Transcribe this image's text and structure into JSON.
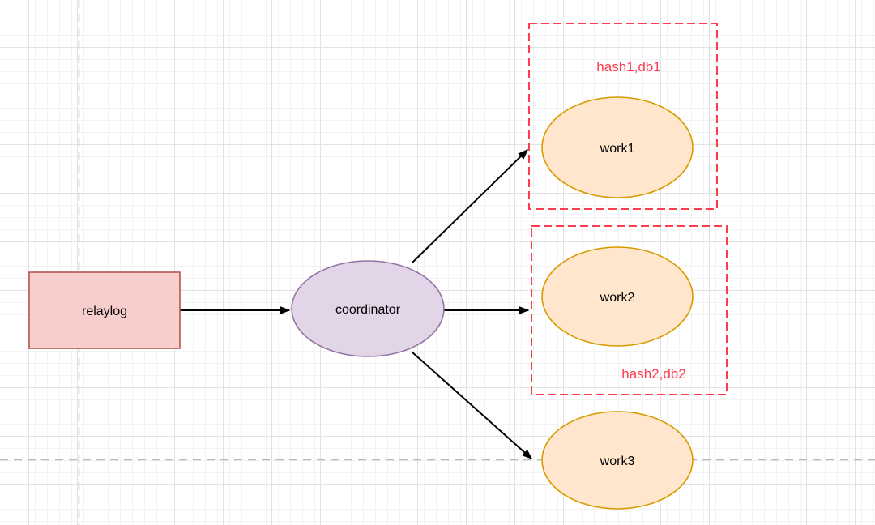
{
  "diagram": {
    "nodes": {
      "relaylog": {
        "label": "relaylog"
      },
      "coordinator": {
        "label": "coordinator"
      },
      "work1": {
        "label": "work1"
      },
      "work2": {
        "label": "work2"
      },
      "work3": {
        "label": "work3"
      }
    },
    "groups": {
      "group1": {
        "label": "hash1,db1"
      },
      "group2": {
        "label": "hash2,db2"
      }
    },
    "edges": {
      "relaylog_to_coordinator": {
        "from": "relaylog",
        "to": "coordinator"
      },
      "coordinator_to_work1": {
        "from": "coordinator",
        "to": "work1"
      },
      "coordinator_to_work2": {
        "from": "coordinator",
        "to": "work2"
      },
      "coordinator_to_work3": {
        "from": "coordinator",
        "to": "work3"
      }
    },
    "colors": {
      "relaylog_fill": "#f8cecc",
      "relaylog_stroke": "#b85450",
      "coordinator_fill": "#e1d5e7",
      "coordinator_stroke": "#9673a6",
      "worker_fill": "#ffe6cc",
      "worker_stroke": "#d79b00",
      "group_stroke": "#ff3b4e",
      "group_label_color": "#ff3b4e",
      "arrow_color": "#000000",
      "page_divider_color": "#b9b9b9",
      "grid_minor": "#f3f3f3",
      "grid_major": "#e2e2e2"
    }
  }
}
